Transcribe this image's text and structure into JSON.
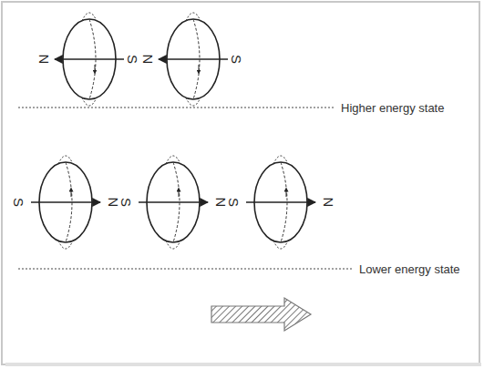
{
  "diagram": {
    "labels": [
      "N",
      "S",
      "N",
      "S",
      "Higher energy state",
      "S",
      "N",
      "S",
      "N",
      "S",
      "N",
      "Lower energy state"
    ]
  }
}
